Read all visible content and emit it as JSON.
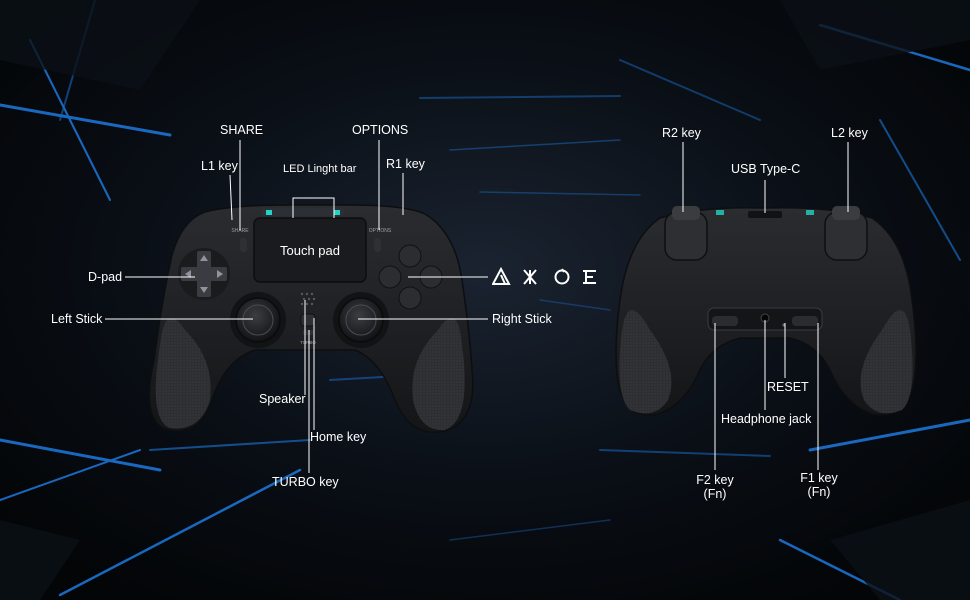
{
  "labels": {
    "share": "SHARE",
    "options": "OPTIONS",
    "l1_key": "L1 key",
    "led_light_bar": "LED Linght bar",
    "r1_key": "R1 key",
    "touch_pad": "Touch pad",
    "d_pad": "D-pad",
    "left_stick": "Left Stick",
    "right_stick": "Right Stick",
    "speaker": "Speaker",
    "home_key": "Home key",
    "turbo_key": "TURBO key",
    "r2_key": "R2 key",
    "l2_key": "L2 key",
    "usb_type_c": "USB Type-C",
    "reset": "RESET",
    "headphone_jack": "Headphone jack",
    "f2_key": "F2 key",
    "f2_sub": "(Fn)",
    "f1_key": "F1 key",
    "f1_sub": "(Fn)",
    "controller_share_text": "SHARE",
    "controller_options_text": "OPTIONS",
    "controller_turbo_text": "TURBO"
  },
  "face_button_symbols": [
    "triangle-symbol",
    "cross-symbol",
    "circle-symbol",
    "square-symbol"
  ],
  "colors": {
    "background": "#05080d",
    "accent_blue": "#1e7ae0",
    "controller_body": "#1c1d20",
    "led_teal": "#22d3c5",
    "label_text": "#ffffff"
  }
}
